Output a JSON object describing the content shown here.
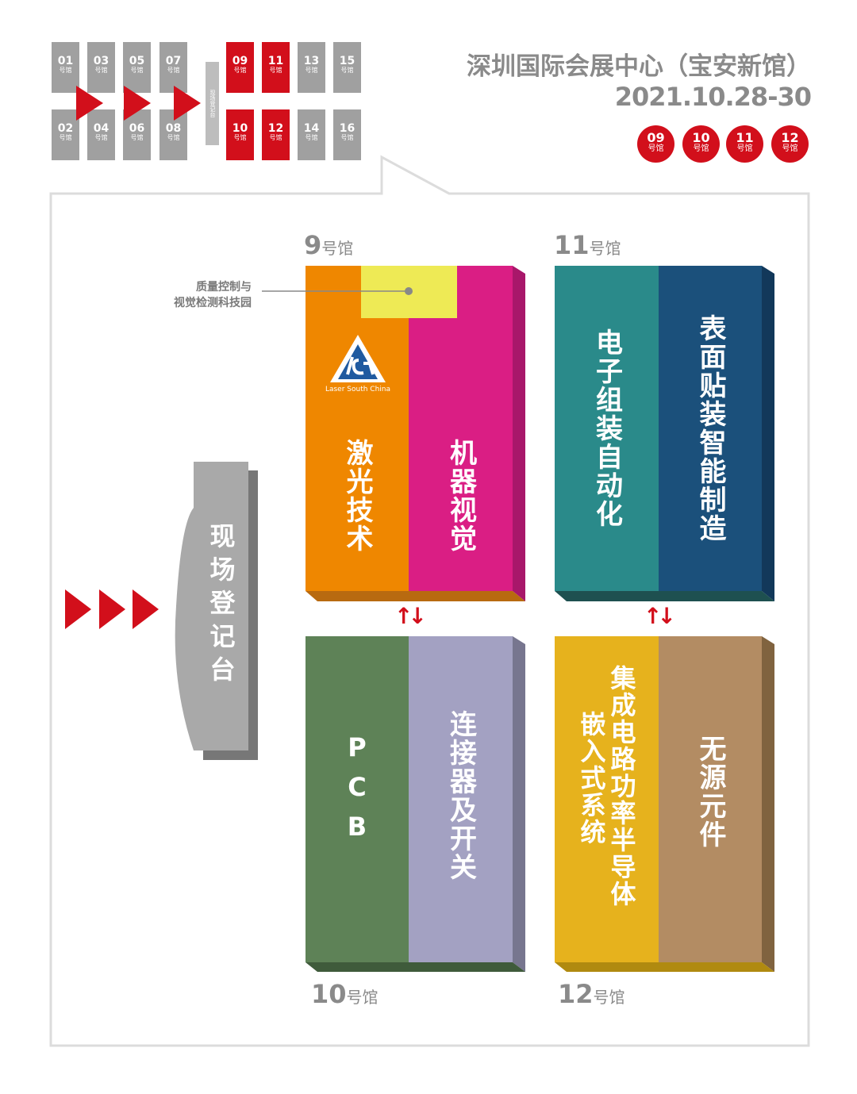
{
  "minimap": {
    "suffix": "号馆",
    "top": [
      {
        "n": "01",
        "hl": false
      },
      {
        "n": "03",
        "hl": false
      },
      {
        "n": "05",
        "hl": false
      },
      {
        "n": "07",
        "hl": false
      },
      {
        "n": "09",
        "hl": true
      },
      {
        "n": "11",
        "hl": true
      },
      {
        "n": "13",
        "hl": false
      },
      {
        "n": "15",
        "hl": false
      }
    ],
    "bottom": [
      {
        "n": "02",
        "hl": false
      },
      {
        "n": "04",
        "hl": false
      },
      {
        "n": "06",
        "hl": false
      },
      {
        "n": "08",
        "hl": false
      },
      {
        "n": "10",
        "hl": true
      },
      {
        "n": "12",
        "hl": true
      },
      {
        "n": "14",
        "hl": false
      },
      {
        "n": "16",
        "hl": false
      }
    ],
    "kiosk": "现场登记台"
  },
  "header": {
    "venue": "深圳国际会展中心（宝安新馆）",
    "dates": "2021.10.28-30",
    "badges": [
      "09",
      "10",
      "11",
      "12"
    ],
    "badge_suffix": "号馆"
  },
  "halls": {
    "h9": {
      "num": "9",
      "suffix": "号馆",
      "left": "激光技术",
      "right": "机器视觉",
      "logo_text": "Laser South China",
      "annotation_1": "质量控制与",
      "annotation_2": "视觉检测科技园"
    },
    "h11": {
      "num": "11",
      "suffix": "号馆",
      "left": "电子组装自动化",
      "right": "表面贴装智能制造"
    },
    "h10": {
      "num": "10",
      "suffix": "号馆",
      "left": "PCB",
      "right": "连接器及开关"
    },
    "h12": {
      "num": "12",
      "suffix": "号馆",
      "left_a": "集成电路功率半导体",
      "left_b": "嵌入式系统",
      "right": "无源元件"
    }
  },
  "registration": "现场登记台",
  "colors": {
    "red": "#d20f1b",
    "orange": "#ef8700",
    "magenta": "#da1e84",
    "yellow": "#eeea55",
    "teal": "#2a8a8a",
    "navy": "#1b507b",
    "green": "#5e8257",
    "lavender": "#a3a1c2",
    "gold": "#e6b21d",
    "tan": "#b38c63"
  }
}
